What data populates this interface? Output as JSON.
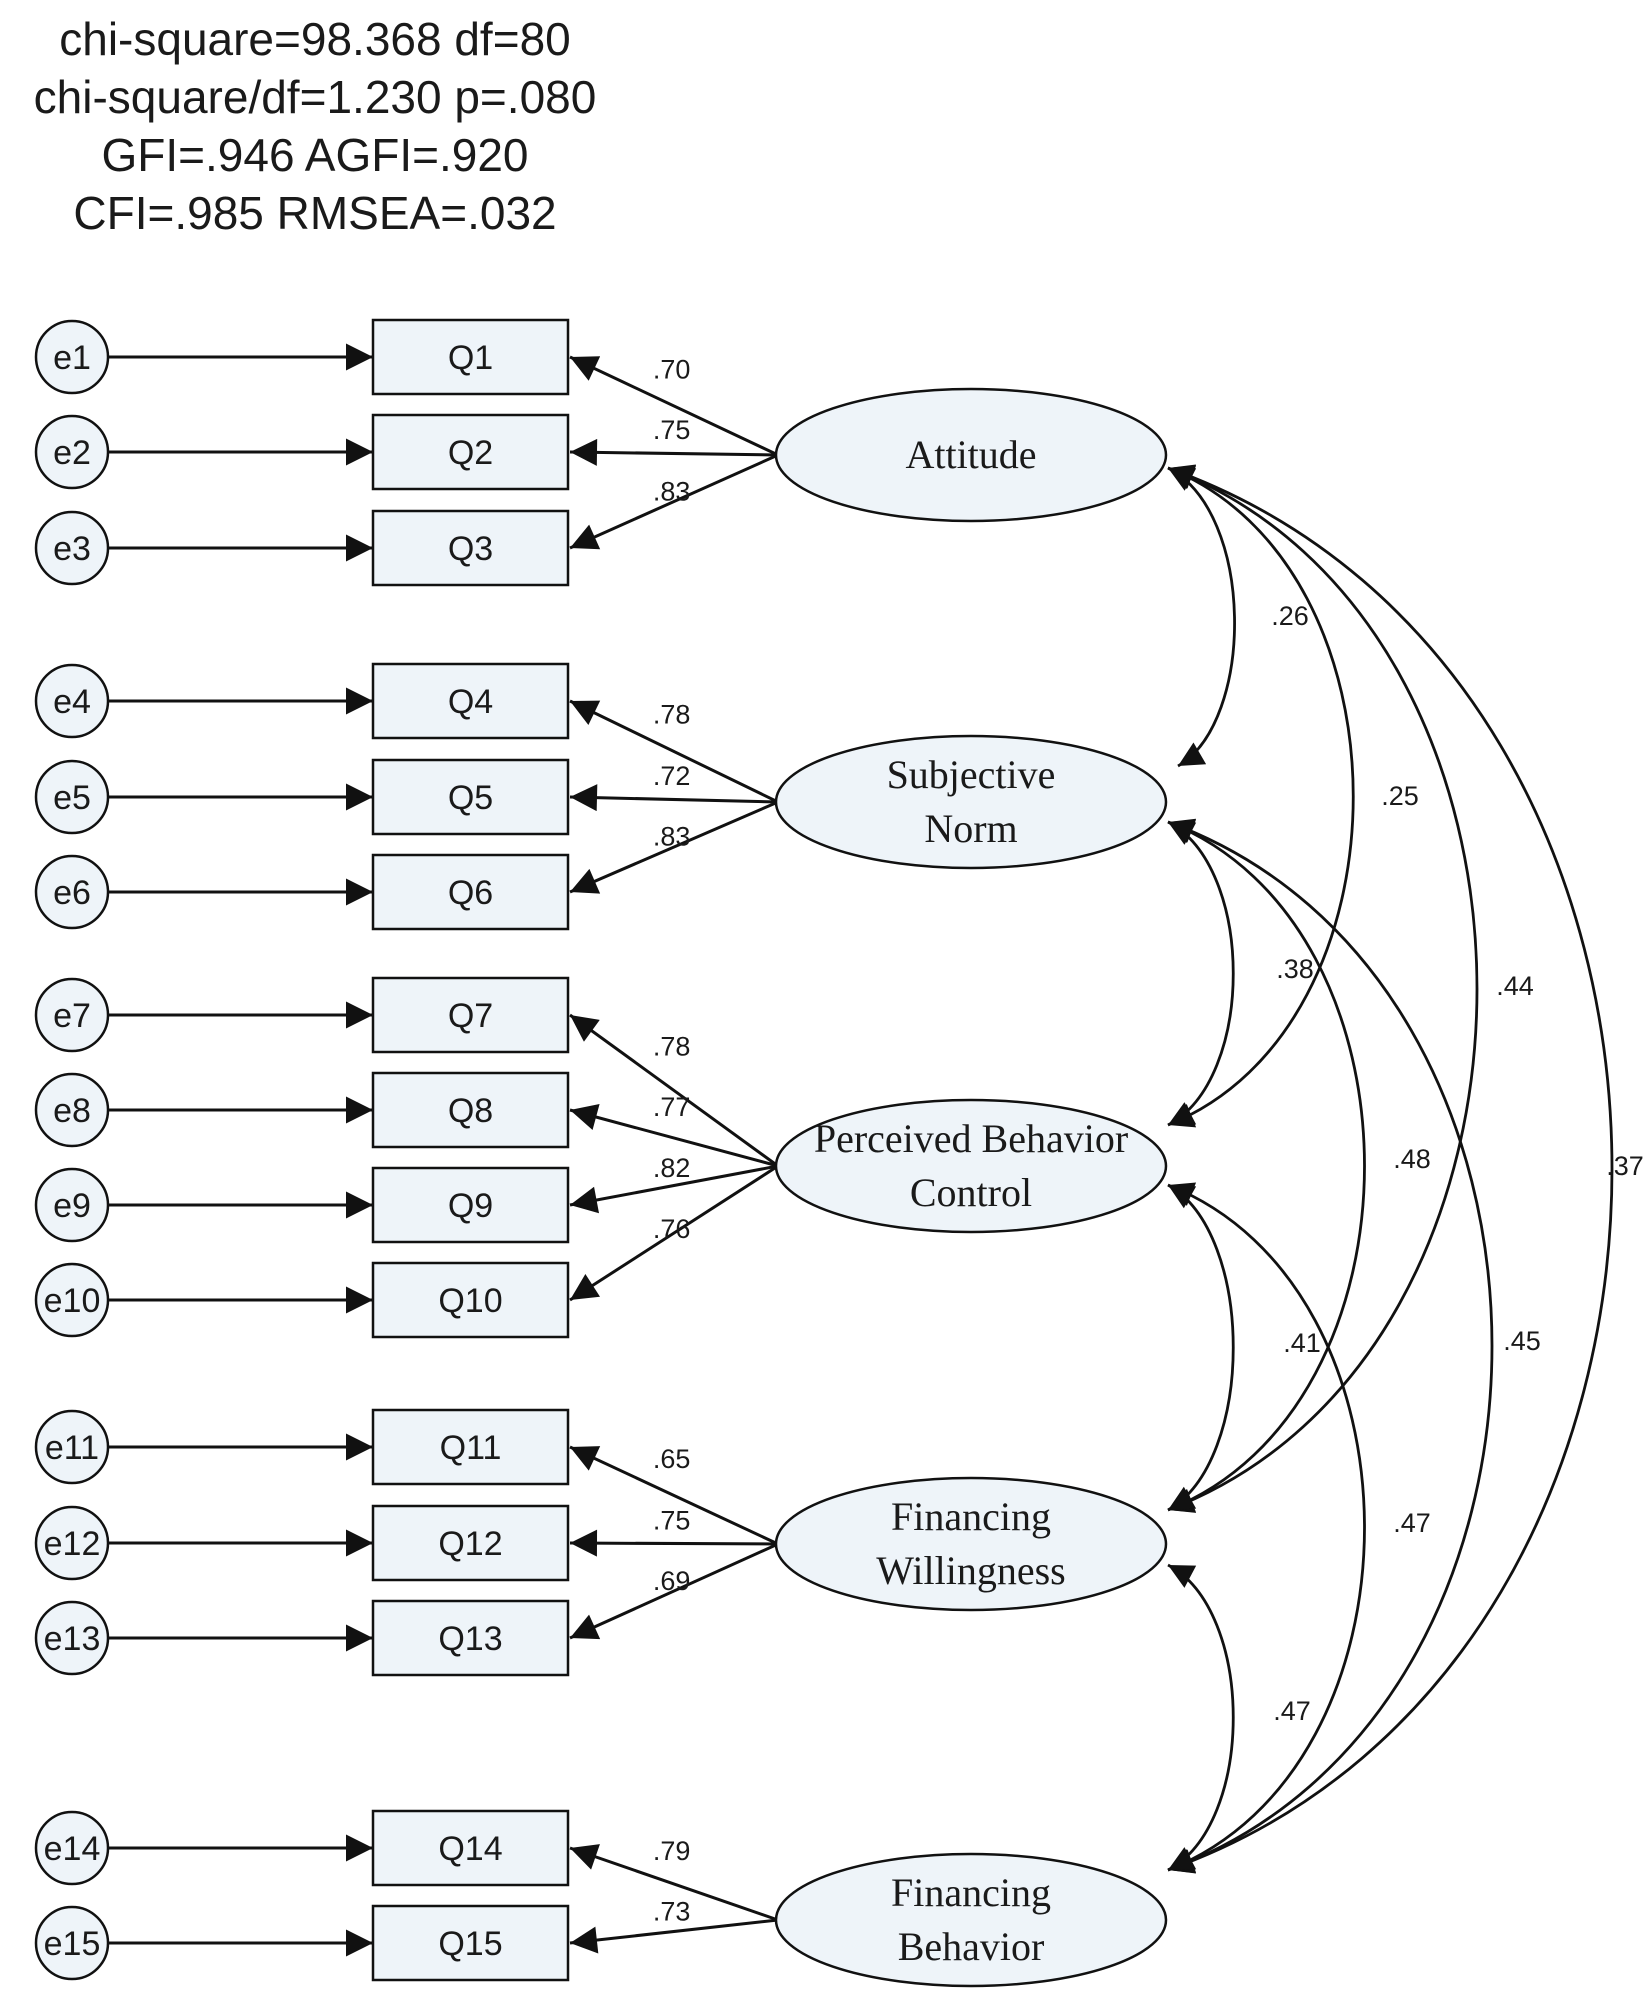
{
  "fit_stats": {
    "line1": "chi-square=98.368 df=80",
    "line2": "chi-square/df=1.230 p=.080",
    "line3": "GFI=.946 AGFI=.920",
    "line4": "CFI=.985 RMSEA=.032"
  },
  "colors": {
    "fill": "#eef4f9",
    "stroke": "#111111"
  },
  "indicators": [
    {
      "id": "Q1",
      "label": "Q1",
      "error": "e1",
      "factor": "attitude",
      "loading": ".70"
    },
    {
      "id": "Q2",
      "label": "Q2",
      "error": "e2",
      "factor": "attitude",
      "loading": ".75"
    },
    {
      "id": "Q3",
      "label": "Q3",
      "error": "e3",
      "factor": "attitude",
      "loading": ".83"
    },
    {
      "id": "Q4",
      "label": "Q4",
      "error": "e4",
      "factor": "subjective_norm",
      "loading": ".78"
    },
    {
      "id": "Q5",
      "label": "Q5",
      "error": "e5",
      "factor": "subjective_norm",
      "loading": ".72"
    },
    {
      "id": "Q6",
      "label": "Q6",
      "error": "e6",
      "factor": "subjective_norm",
      "loading": ".83"
    },
    {
      "id": "Q7",
      "label": "Q7",
      "error": "e7",
      "factor": "pbc",
      "loading": ".78"
    },
    {
      "id": "Q8",
      "label": "Q8",
      "error": "e8",
      "factor": "pbc",
      "loading": ".77"
    },
    {
      "id": "Q9",
      "label": "Q9",
      "error": "e9",
      "factor": "pbc",
      "loading": ".82"
    },
    {
      "id": "Q10",
      "label": "Q10",
      "error": "e10",
      "factor": "pbc",
      "loading": ".76"
    },
    {
      "id": "Q11",
      "label": "Q11",
      "error": "e11",
      "factor": "willingness",
      "loading": ".65"
    },
    {
      "id": "Q12",
      "label": "Q12",
      "error": "e12",
      "factor": "willingness",
      "loading": ".75"
    },
    {
      "id": "Q13",
      "label": "Q13",
      "error": "e13",
      "factor": "willingness",
      "loading": ".69"
    },
    {
      "id": "Q14",
      "label": "Q14",
      "error": "e14",
      "factor": "behavior",
      "loading": ".79"
    },
    {
      "id": "Q15",
      "label": "Q15",
      "error": "e15",
      "factor": "behavior",
      "loading": ".73"
    }
  ],
  "latents": [
    {
      "id": "attitude",
      "lines": [
        "Attitude"
      ]
    },
    {
      "id": "subjective_norm",
      "lines": [
        "Subjective",
        "Norm"
      ]
    },
    {
      "id": "pbc",
      "lines": [
        "Perceived Behavior",
        "Control"
      ]
    },
    {
      "id": "willingness",
      "lines": [
        "Financing",
        "Willingness"
      ]
    },
    {
      "id": "behavior",
      "lines": [
        "Financing",
        "Behavior"
      ]
    }
  ],
  "covariances": [
    {
      "from": "attitude",
      "to": "subjective_norm",
      "value": ".26"
    },
    {
      "from": "attitude",
      "to": "pbc",
      "value": ".25"
    },
    {
      "from": "attitude",
      "to": "willingness",
      "value": ".44"
    },
    {
      "from": "attitude",
      "to": "behavior",
      "value": ".37"
    },
    {
      "from": "subjective_norm",
      "to": "pbc",
      "value": ".38"
    },
    {
      "from": "subjective_norm",
      "to": "willingness",
      "value": ".48"
    },
    {
      "from": "subjective_norm",
      "to": "behavior",
      "value": ".45"
    },
    {
      "from": "pbc",
      "to": "willingness",
      "value": ".41"
    },
    {
      "from": "pbc",
      "to": "behavior",
      "value": ".47"
    },
    {
      "from": "willingness",
      "to": "behavior",
      "value": ".47"
    }
  ]
}
